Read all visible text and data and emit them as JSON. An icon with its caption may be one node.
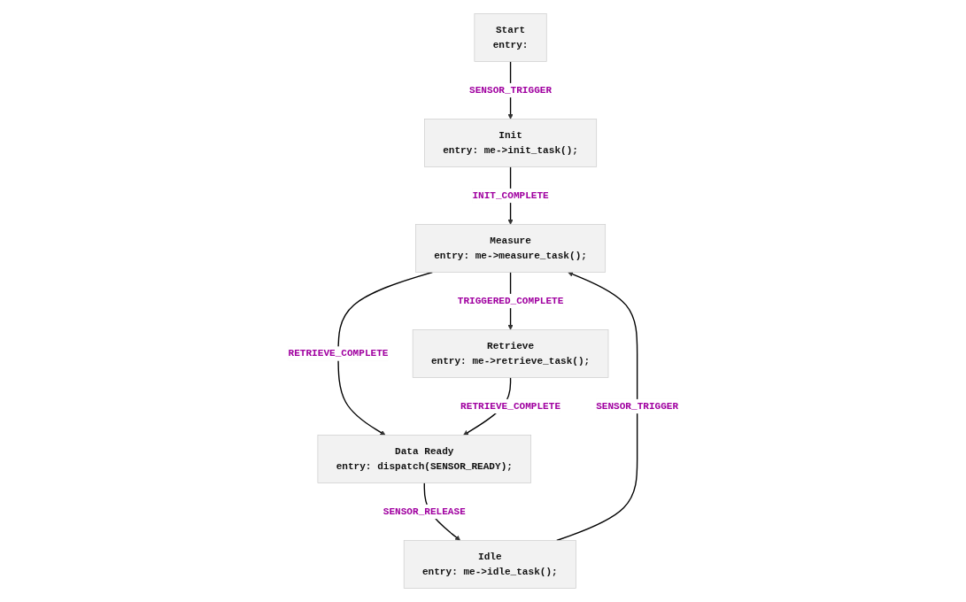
{
  "diagram": {
    "nodes": [
      {
        "text": [
          "Start",
          "entry:"
        ]
      },
      {
        "text": [
          "Init",
          "entry: me->init_task();"
        ]
      },
      {
        "text": [
          "Idle",
          "entry: me->idle_task();"
        ]
      },
      {
        "text": [
          "Measure",
          "entry: me->measure_task();"
        ]
      },
      {
        "text": [
          "Data Ready",
          "entry: dispatch(SENSOR_READY);"
        ]
      },
      {
        "text": [
          "Retrieve",
          "entry: me->retrieve_task();"
        ]
      }
    ],
    "edges": [
      {
        "from": 0,
        "to": 1,
        "arrow": "to",
        "label": "SENSOR_TRIGGER"
      },
      {
        "from": 1,
        "to": 3,
        "arrow": "to",
        "label": "INIT_COMPLETE"
      },
      {
        "from": 2,
        "to": 3,
        "arrow": "to",
        "label": "SENSOR_TRIGGER"
      },
      {
        "from": 3,
        "to": 4,
        "arrow": "to",
        "label": "RETRIEVE_COMPLETE"
      },
      {
        "from": 3,
        "to": 5,
        "arrow": "to",
        "label": "TRIGGERED_COMPLETE"
      },
      {
        "from": 5,
        "to": 4,
        "arrow": "to",
        "label": "RETRIEVE_COMPLETE"
      },
      {
        "from": 4,
        "to": 2,
        "arrow": "to",
        "label": "SENSOR_RELEASE"
      }
    ]
  }
}
